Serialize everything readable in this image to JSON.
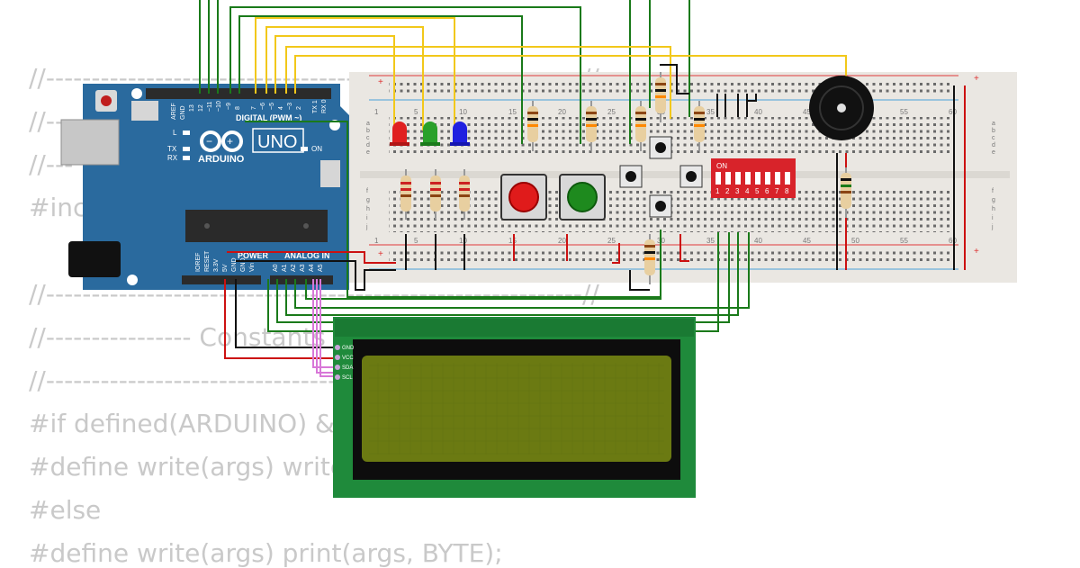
{
  "code_lines": [
    "//-----------------------------------------------------------//",
    "//---",
    "//---",
    "#include",
    "",
    "//-----------------------------------------------------------//",
    "//---------------- Constants ---------------------------------//",
    "//-----------------------------------------------------------//",
    "#if defined(ARDUINO) && ARDUINO >= 100",
    "#define write(args) write(args);",
    "#else",
    "#define write(args) print(args, BYTE);"
  ],
  "arduino": {
    "model": "UNO",
    "brand": "ARDUINO",
    "digital_label": "DIGITAL (PWM ~)",
    "top_pins": [
      "AREF",
      "GND",
      "13",
      "12",
      "~11",
      "~10",
      "~9",
      "8",
      "7",
      "~6",
      "~5",
      "4",
      "~3",
      "2",
      "TX 1",
      "RX 0"
    ],
    "power_label": "POWER",
    "analog_label": "ANALOG IN",
    "power_pins": [
      "IOREF",
      "RESET",
      "3.3V",
      "5V",
      "GND",
      "GND",
      "Vin"
    ],
    "analog_pins": [
      "A0",
      "A1",
      "A2",
      "A3",
      "A4",
      "A5"
    ],
    "led_l": "L",
    "led_tx": "TX",
    "led_rx": "RX",
    "led_on": "ON"
  },
  "lcd": {
    "pins": [
      "GND",
      "VCC",
      "SDA",
      "SCL"
    ]
  },
  "dip_switch": {
    "on_label": "ON",
    "numbers": [
      "1",
      "2",
      "3",
      "4",
      "5",
      "6",
      "7",
      "8"
    ]
  },
  "breadboard": {
    "column_labels": [
      "1",
      "5",
      "10",
      "15",
      "20",
      "25",
      "30",
      "35",
      "40",
      "45",
      "50",
      "55",
      "60"
    ],
    "top_rows": [
      "a",
      "b",
      "c",
      "d",
      "e"
    ],
    "bottom_rows": [
      "f",
      "g",
      "h",
      "i",
      "j"
    ]
  },
  "colors": {
    "arduino_blue": "#2a6a9e",
    "breadboard": "#eae7e2",
    "lcd_green": "#1f8a3b",
    "lcd_screen": "#6b7a12",
    "wire_green": "#1a7a1a",
    "wire_yellow": "#f2c81a",
    "wire_red": "#cc1111",
    "wire_black": "#111111",
    "wire_pink": "#d877d8"
  }
}
